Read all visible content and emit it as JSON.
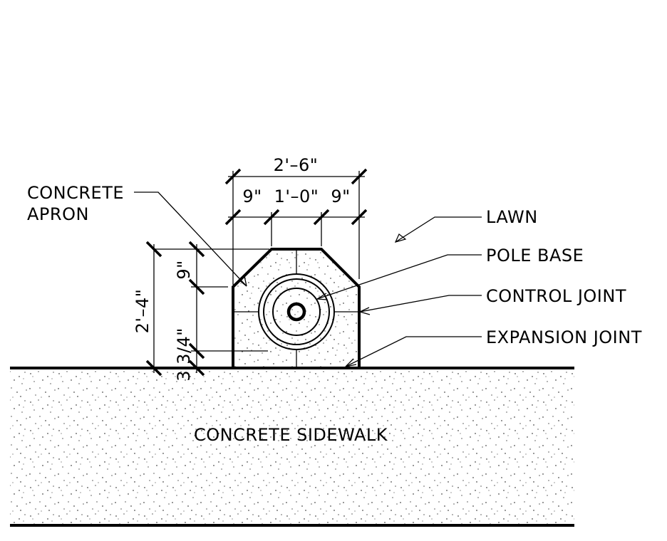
{
  "labels": {
    "concrete_apron_line1": "CONCRETE",
    "concrete_apron_line2": "APRON",
    "lawn": "LAWN",
    "pole_base": "POLE BASE",
    "control_joint": "CONTROL JOINT",
    "expansion_joint": "EXPANSION JOINT",
    "concrete_sidewalk": "CONCRETE SIDEWALK"
  },
  "dimensions": {
    "overall_width": "2'–6\"",
    "left_width": "9\"",
    "center_width": "1'–0\"",
    "right_width": "9\"",
    "overall_height": "2'–4\"",
    "top_chamfer": "9\"",
    "bottom_offset": "3 3/4\""
  }
}
